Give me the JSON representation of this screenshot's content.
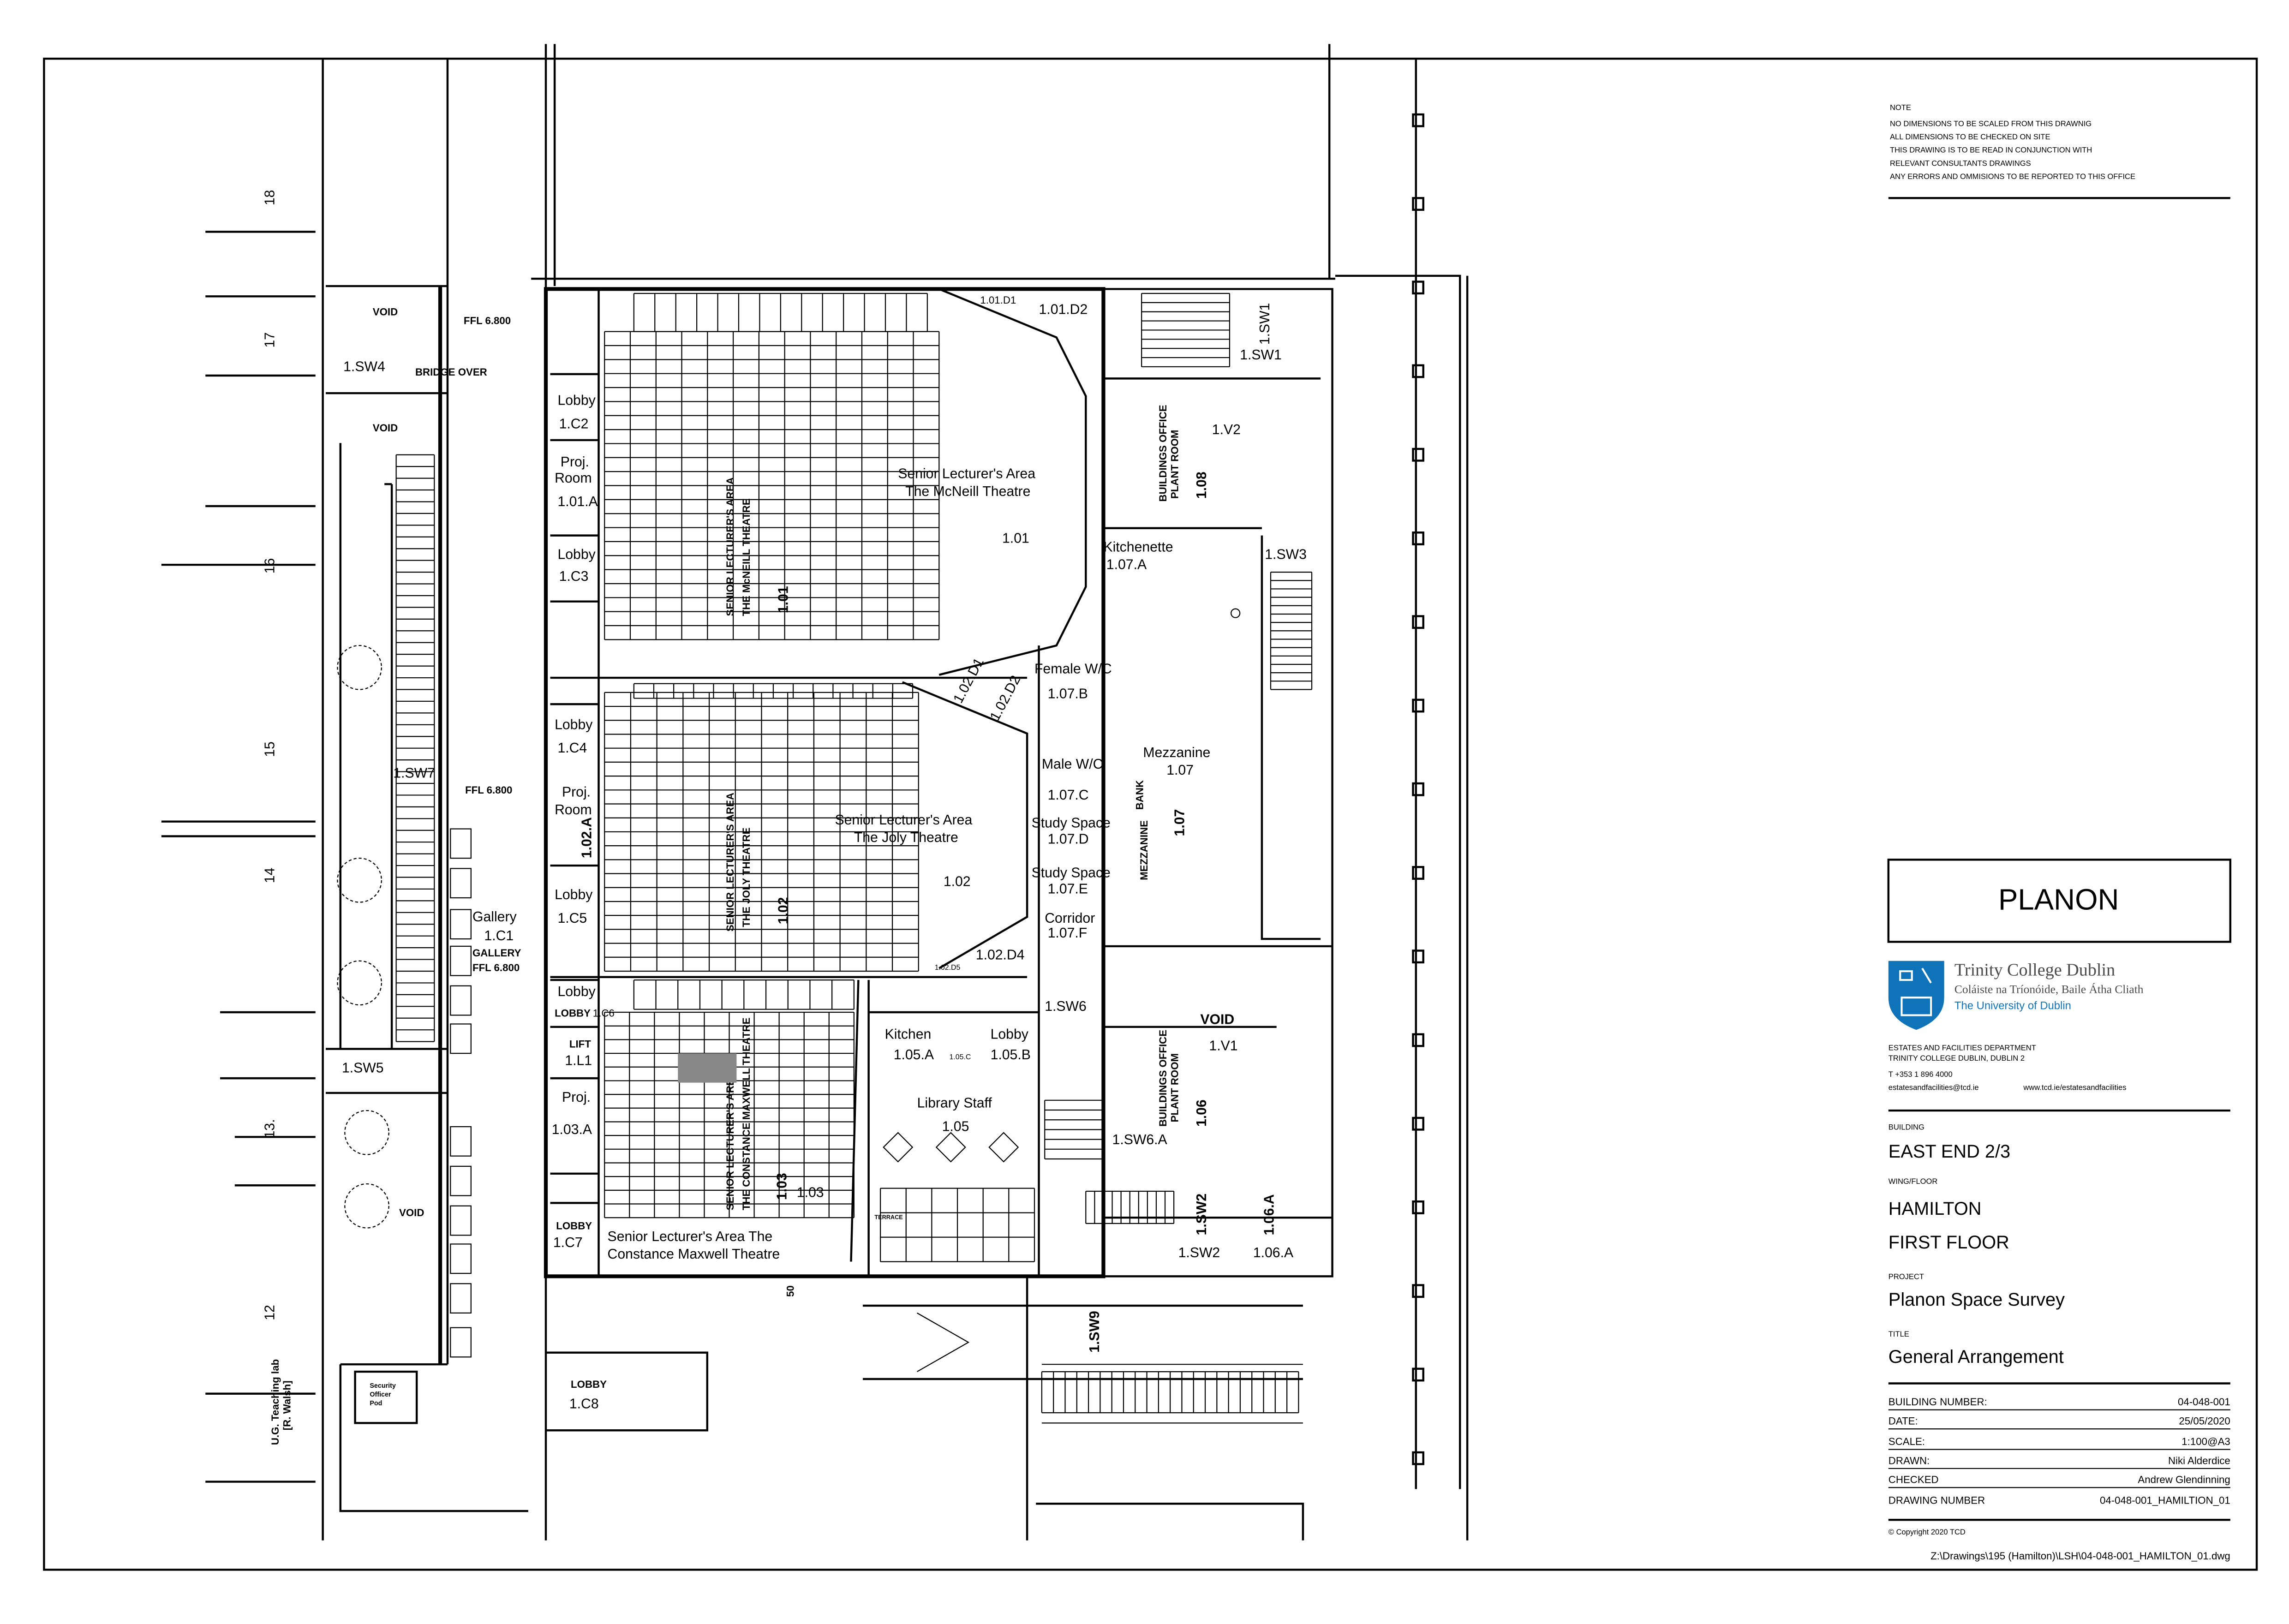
{
  "notes": {
    "heading": "NOTE",
    "lines": [
      "NO DIMENSIONS TO BE SCALED FROM THIS DRAWNIG",
      "ALL DIMENSIONS TO BE CHECKED ON SITE",
      "THIS DRAWING IS TO BE READ IN CONJUNCTION WITH",
      "RELEVANT CONSULTANTS DRAWINGS",
      "ANY ERRORS AND OMMISIONS TO BE REPORTED TO THIS OFFICE"
    ]
  },
  "brand": {
    "planon": "PLANON",
    "logo_name": "Trinity College Dublin",
    "logo_irish": "Coláiste na Tríonóide, Baile Átha Cliath",
    "logo_sub": "The University of Dublin",
    "logo_color": "#0e73b9",
    "dept": "ESTATES AND FACILITIES DEPARTMENT",
    "address": "TRINITY COLLEGE DUBLIN, DUBLIN 2",
    "phone": "T +353 1 896 4000",
    "email": "estatesandfacilities@tcd.ie",
    "web": "www.tcd.ie/estatesandfacilities"
  },
  "titleblock": {
    "building_label": "BUILDING",
    "building": "EAST END 2/3",
    "wing_label": "WING/FLOOR",
    "wing": "HAMILTON",
    "floor": "FIRST FLOOR",
    "project_label": "PROJECT",
    "project": "Planon Space Survey",
    "title_label": "TITLE",
    "title": "General Arrangement",
    "rows": [
      {
        "label": "BUILDING NUMBER:",
        "value": "04-048-001"
      },
      {
        "label": "DATE:",
        "value": "25/05/2020"
      },
      {
        "label": "SCALE:",
        "value": "1:100@A3"
      },
      {
        "label": "DRAWN:",
        "value": "Niki Alderdice"
      },
      {
        "label": "CHECKED",
        "value": "Andrew Glendinning"
      },
      {
        "label": "DRAWING NUMBER",
        "value": "04-048-001_HAMILTION_01"
      }
    ],
    "copyright": "© Copyright 2020 TCD",
    "file_path": "Z:\\Drawings\\195 (Hamilton)\\LSH\\04-048-001_HAMILTON_01.dwg"
  },
  "plan": {
    "bays": [
      "18",
      "17",
      "16",
      "15",
      "14",
      "13.",
      "12"
    ],
    "left_labels": {
      "void1": "VOID",
      "sw4": "1.SW4",
      "bridge": "BRIDGE OVER",
      "void2": "VOID",
      "ffl1": "FFL 6.800",
      "sw7": "1.SW7",
      "ffl2": "FFL 6.800",
      "gallery": "Gallery",
      "c1": "1.C1",
      "gallery_caps": "GALLERY",
      "ffl3": "FFL 6.800",
      "sw5": "1.SW5",
      "void3": "VOID",
      "teaching": "U.G. Teaching lab",
      "teaching2": "[R. Walsh]",
      "security1": "Security",
      "security2": "Officer",
      "security3": "Pod"
    },
    "rooms": {
      "d2_101": "1.01.D2",
      "d1_101": "1.01.D1",
      "sw1": "1.SW1",
      "v2": "1.V2",
      "bop1a": "BUILDINGS OFFICE",
      "bop1b": "PLANT ROOM",
      "r108": "1.08",
      "lobby": "Lobby",
      "c2": "1.C2",
      "proj": "Proj.",
      "room": "Room",
      "r101a": "1.01.A",
      "sla": "Senior Lecturer's Area",
      "mcneill": "The McNeill Theatre",
      "r101": "1.01",
      "v_mcneill1": "SENIOR LECTURER'S AREA",
      "v_mcneill2": "THE McNEILL THEATRE",
      "kitchenette": "Kitchenette",
      "r107a": "1.07.A",
      "sw3": "1.SW3",
      "c3": "1.C3",
      "female": "Female W/C",
      "r107b": "1.07.B",
      "d1_102": "1.02.D1",
      "d2_102": "1.02.D2",
      "c4": "1.C4",
      "r102a": "1.02.A",
      "mezz": "Mezzanine",
      "r107": "1.07",
      "male": "Male W/C",
      "r107c": "1.07.C",
      "study": "Study Space",
      "r107d": "1.07.D",
      "r107e": "1.07.E",
      "corridor": "Corridor",
      "r107f": "1.07.F",
      "joly": "The Joly Theatre",
      "r102": "1.02",
      "v_joly2": "THE JOLY THEATRE",
      "bank": "BANK",
      "mezz_caps": "MEZZANINE",
      "c5": "1.C5",
      "d4": "1.02.D4",
      "d5": "1.02.D5",
      "lobby_caps": "LOBBY",
      "c6": "1.C6",
      "lift": "LIFT",
      "l1": "1.L1",
      "r103a": "1.03.A",
      "constance1": "Senior Lecturer's Area The",
      "constance2": "Constance Maxwell Theatre",
      "v_const2": "THE CONSTANCE MAXWELL THEATRE",
      "r103": "1.03",
      "c7": "1.C7",
      "kitchen": "Kitchen",
      "r105a": "1.05.A",
      "r105c": "1.05.C",
      "r105b": "1.05.B",
      "library": "Library Staff",
      "r105": "1.05",
      "sw6": "1.SW6",
      "void": "VOID",
      "v1": "1.V1",
      "r106": "1.06",
      "sw6a": "1.SW6.A",
      "sw2": "1.SW2",
      "r106a": "1.06.A",
      "sw9": "1.SW9",
      "c8": "1.C8",
      "terrace": "TERRACE",
      "dim50": "50"
    }
  }
}
